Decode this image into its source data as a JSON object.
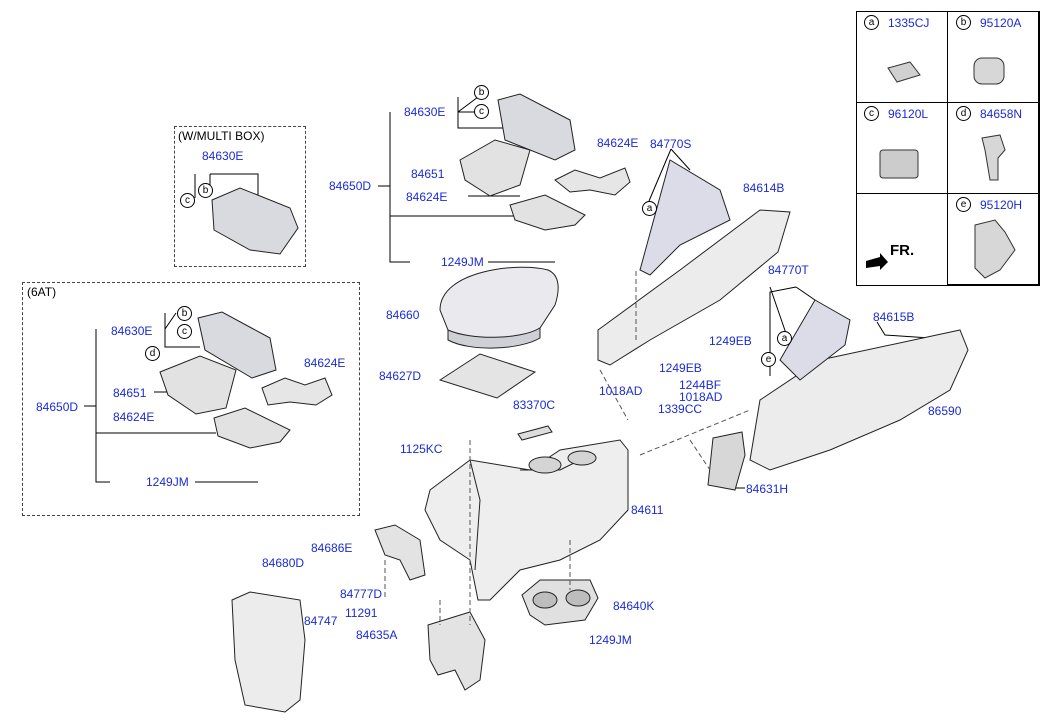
{
  "frames": {
    "multi_box": "(W/MULTI BOX)",
    "six_at": "(6AT)"
  },
  "direction": "FR.",
  "reference_table": [
    {
      "letter": "a",
      "part": "1335CJ"
    },
    {
      "letter": "b",
      "part": "95120A"
    },
    {
      "letter": "c",
      "part": "96120L"
    },
    {
      "letter": "d",
      "part": "84658N"
    },
    {
      "letter": "e",
      "part": "95120H"
    }
  ],
  "labels": {
    "mb_84630E": "84630E",
    "top_84630E": "84630E",
    "top_84650D": "84650D",
    "top_84651": "84651",
    "top_84624E_a": "84624E",
    "top_84624E_b": "84624E",
    "top_1249JM": "1249JM",
    "p84770S": "84770S",
    "p84614B": "84614B",
    "p84770T": "84770T",
    "p84615B": "84615B",
    "p1249EB_a": "1249EB",
    "p1249EB_b": "1249EB",
    "p1244BF": "1244BF",
    "p1018AD_a": "1018AD",
    "p1018AD_b": "1018AD",
    "p1339CC": "1339CC",
    "p86590": "86590",
    "p84660": "84660",
    "p84627D": "84627D",
    "p83370C": "83370C",
    "p1125KC": "1125KC",
    "p84611": "84611",
    "p84631H": "84631H",
    "p84686E": "84686E",
    "p84777D": "84777D",
    "p11291": "11291",
    "p84680D": "84680D",
    "p84747": "84747",
    "p84635A": "84635A",
    "p84640K": "84640K",
    "p1249JM_b": "1249JM",
    "at_84630E": "84630E",
    "at_84650D": "84650D",
    "at_84651": "84651",
    "at_84624E_a": "84624E",
    "at_84624E_b": "84624E",
    "at_1249JM": "1249JM"
  }
}
